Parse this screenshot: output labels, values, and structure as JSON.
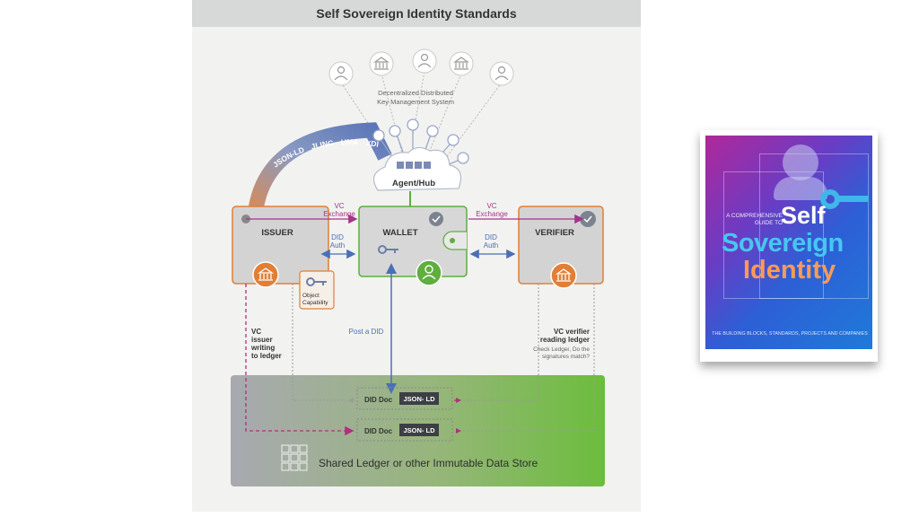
{
  "diagram": {
    "title": "Self Sovereign Identity Standards",
    "dkms_label_line1": "Decentralized Distributed",
    "dkms_label_line2": "Key Management System",
    "agent_hub": "Agent/Hub",
    "protocols": [
      "JSON-LD",
      "JLINC",
      "UMA",
      "XDI"
    ],
    "issuer": "ISSUER",
    "wallet": "WALLET",
    "verifier": "VERIFIER",
    "vc_exchange_left_1": "VC",
    "vc_exchange_left_2": "Exchange",
    "vc_exchange_right_1": "VC",
    "vc_exchange_right_2": "Exchange",
    "did_auth_left_1": "DID",
    "did_auth_left_2": "Auth",
    "did_auth_right_1": "DID",
    "did_auth_right_2": "Auth",
    "object_capability_1": "Object",
    "object_capability_2": "Capability",
    "post_a_did": "Post a DID",
    "vc_issuer_1": "VC",
    "vc_issuer_2": "issuer",
    "vc_issuer_3": "writing",
    "vc_issuer_4": "to ledger",
    "vc_verifier_1": "VC verifier",
    "vc_verifier_2": "reading ledger",
    "check_ledger_1": "Check Ledger, Do the",
    "check_ledger_2": "signatures match?",
    "did_doc_1": "DID Doc",
    "json_ld_1": "JSON- LD",
    "did_doc_2": "DID Doc",
    "json_ld_2": "JSON- LD",
    "ledger_label": "Shared Ledger or other Immutable Data Store",
    "colors": {
      "orange": "#e07f35",
      "green": "#5fae3e",
      "purple": "#a1358a",
      "blue": "#4a6fb5",
      "ledger_green": "#6cbd3c"
    }
  },
  "book": {
    "pre_title_1": "A COMPREHENSIVE",
    "pre_title_2": "GUIDE TO",
    "title_1": "Self",
    "title_2": "Sovereign",
    "title_3": "Identity",
    "subtitle": "THE BUILDING BLOCKS, STANDARDS, PROJECTS AND COMPANIES"
  }
}
